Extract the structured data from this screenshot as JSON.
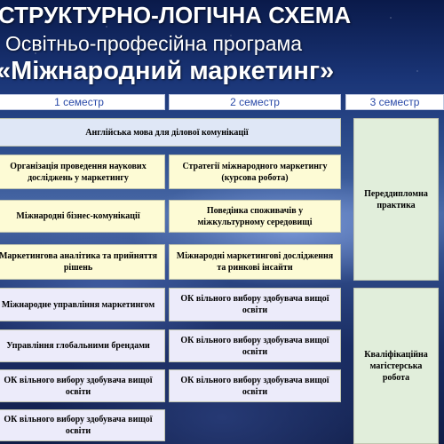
{
  "title": {
    "line1": "СТРУКТУРНО-ЛОГІЧНА СХЕМА",
    "line2": "Освітньо-професійна програма",
    "line3": "«Міжнародний маркетинг»"
  },
  "semesters": [
    "1 семестр",
    "2 семестр",
    "3 семестр"
  ],
  "courses": {
    "english": "Англійська мова для ділової комунікації",
    "s1": [
      "Організація проведення наукових досліджень у маркетингу",
      "Міжнародні бізнес-комунікації",
      "Маркетингова аналітика та прийняття рішень",
      "Міжнародне управління маркетингом",
      "Управління глобальними брендами",
      "ОК вільного вибору здобувача вищої освіти",
      "ОК вільного вибору здобувача вищої освіти"
    ],
    "s2": [
      "Стратегії міжнародного маркетингу (курсова робота)",
      "Поведінка споживачів у міжкультурному середовищі",
      "Міжнародні маркетингові дослідження та ринкові інсайти",
      "ОК вільного вибору здобувача вищої освіти",
      "ОК вільного вибору здобувача вищої освіти",
      "ОК вільного вибору здобувача вищої освіти"
    ],
    "s3": [
      "Переддипломна практика",
      "Кваліфікаційна магістерська робота"
    ]
  },
  "colors": {
    "yellow": "#fdfbd5",
    "blue": "#dfe7f6",
    "green": "#e1eedb",
    "lavender": "#ecebfa",
    "header_text": "#2a4aa8"
  }
}
